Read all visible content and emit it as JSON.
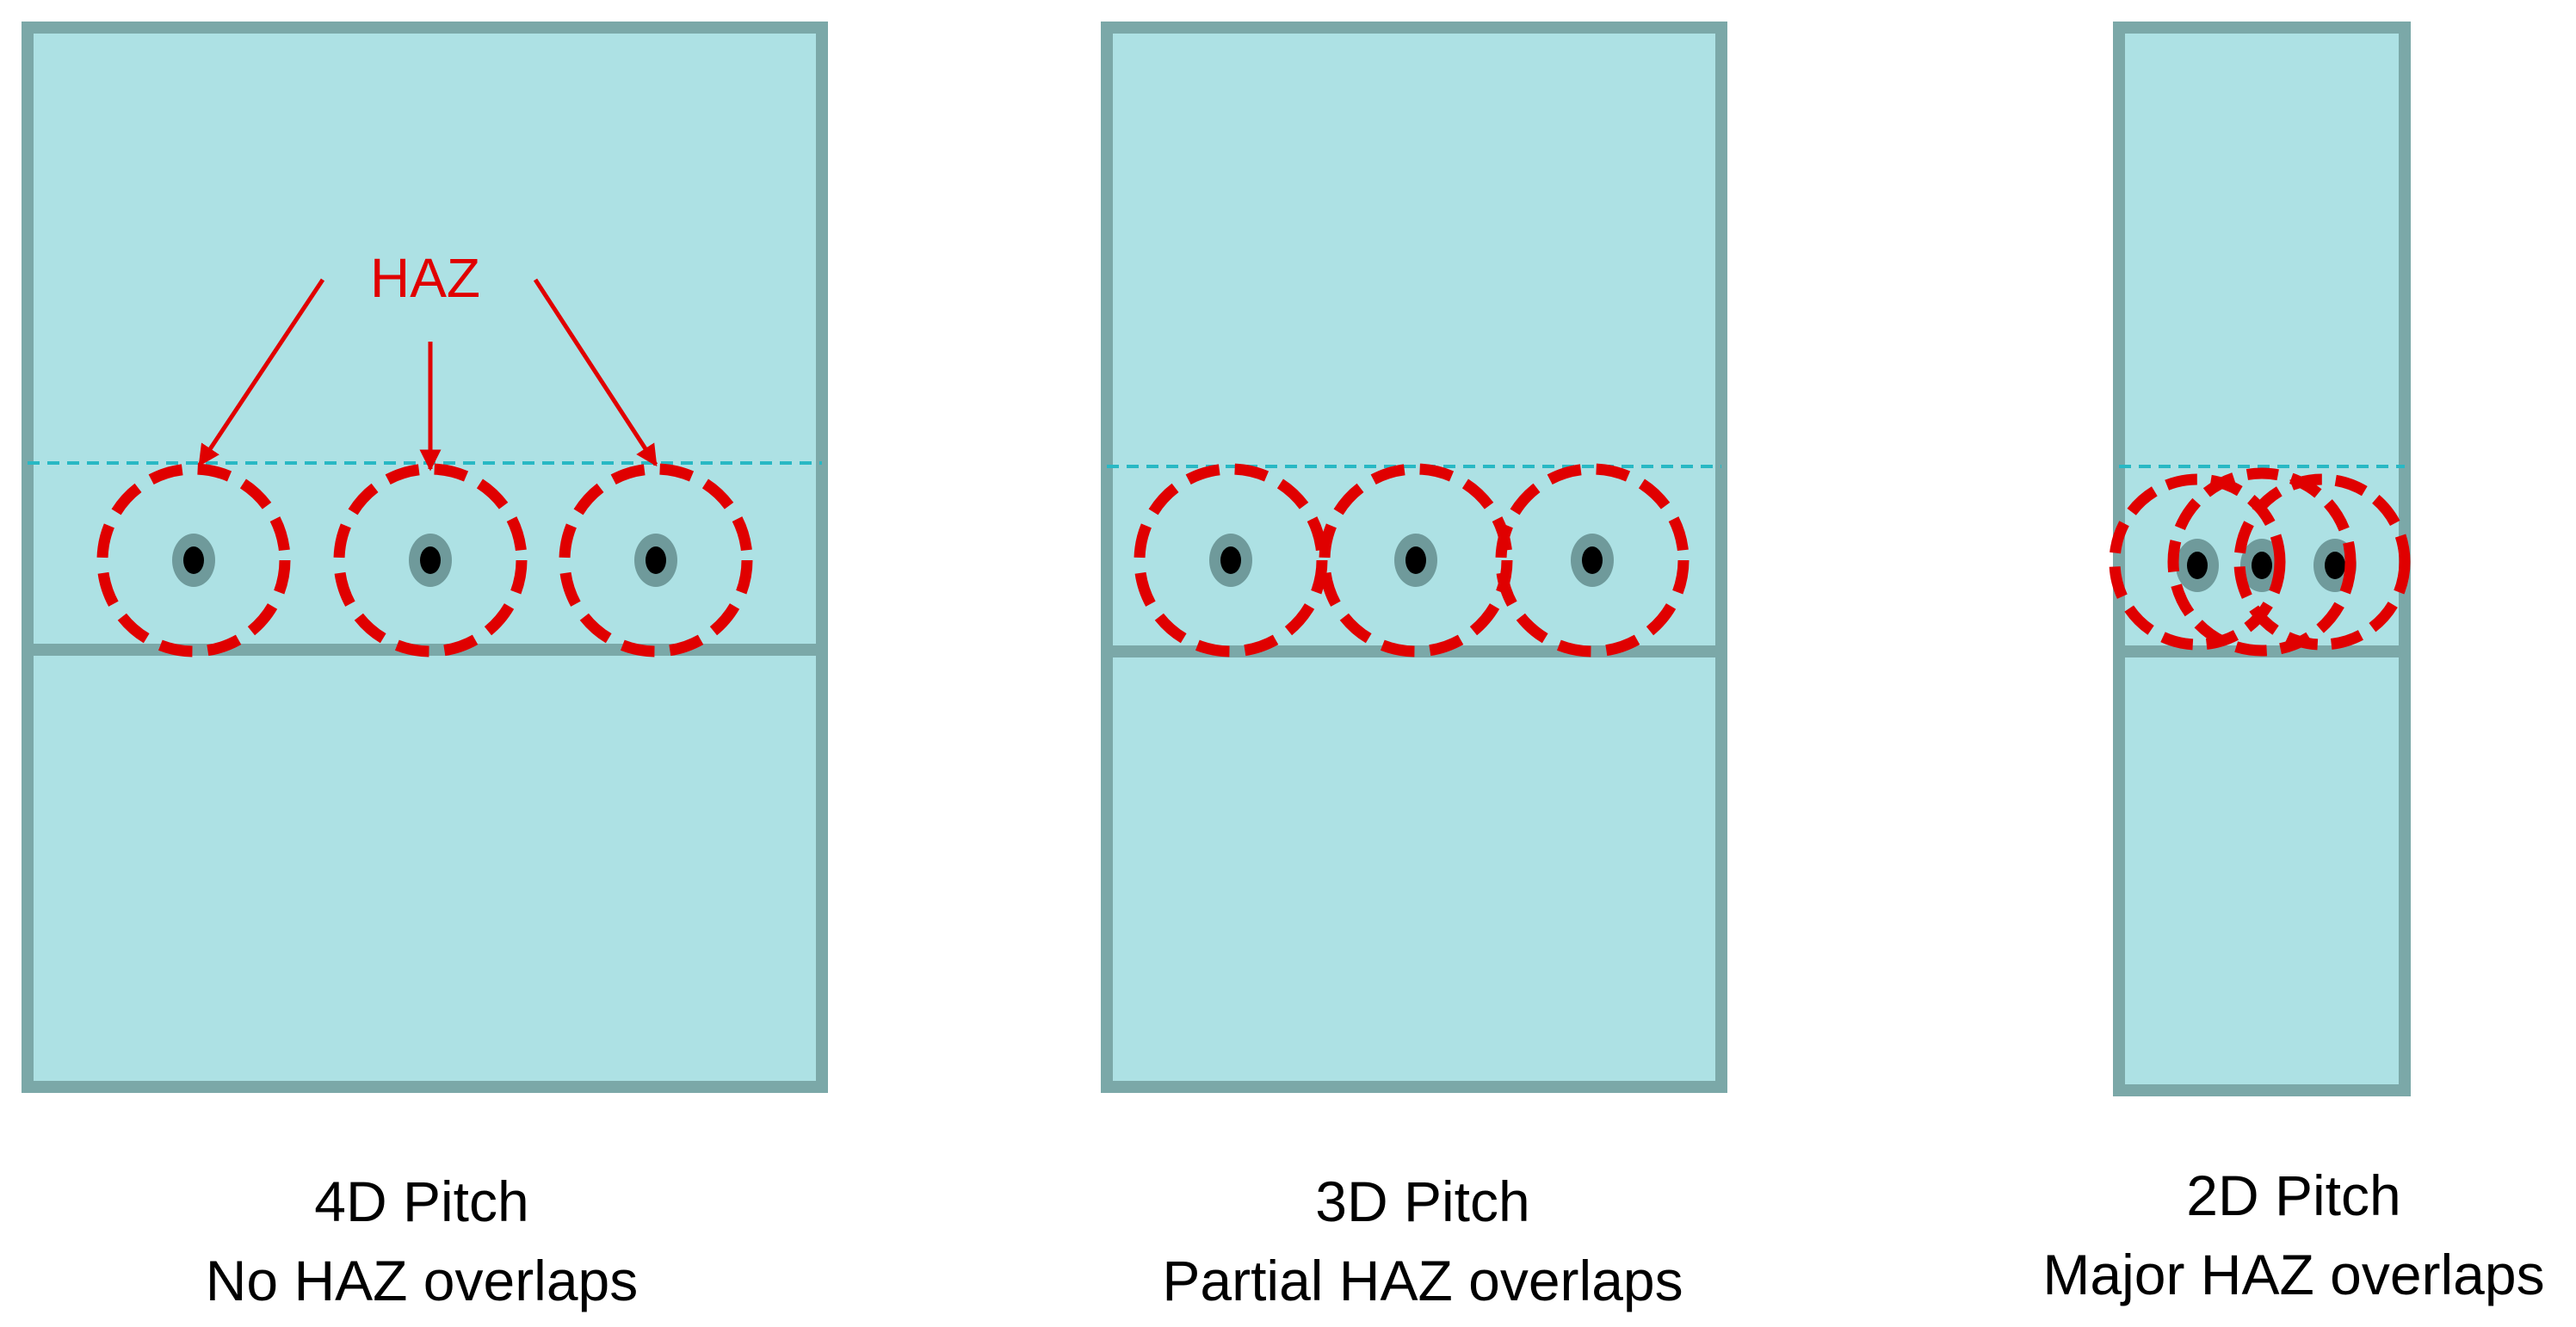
{
  "haz_label": "HAZ",
  "colors": {
    "material_fill": "#ade1e4",
    "border": "#7ba8a8",
    "haz": "#e00000",
    "dashed_line": "#28b8c4",
    "hole_ring": "#6f9a9b",
    "hole_core": "#000000"
  },
  "panels": [
    {
      "id": "4d",
      "title": "4D Pitch",
      "subtitle": "No HAZ overlaps"
    },
    {
      "id": "3d",
      "title": "3D Pitch",
      "subtitle": "Partial HAZ overlaps"
    },
    {
      "id": "2d",
      "title": "2D Pitch",
      "subtitle": "Major HAZ overlaps"
    }
  ]
}
